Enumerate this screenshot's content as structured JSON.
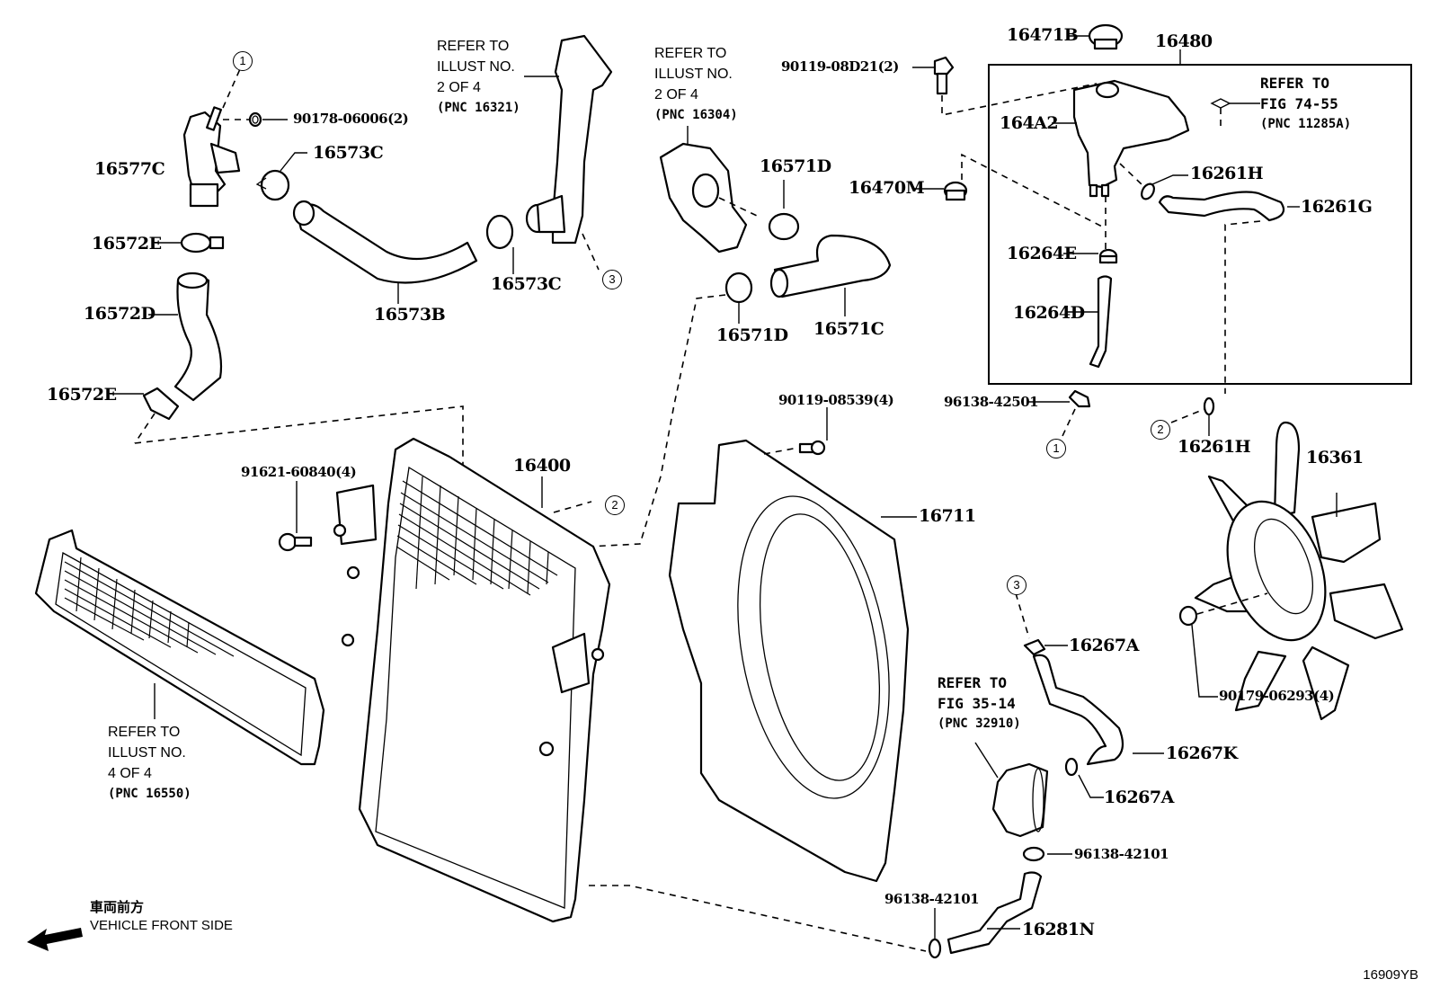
{
  "diagram": {
    "title_code": "16909YB",
    "direction_label_jp": "車両前方",
    "direction_label_en": "VEHICLE FRONT SIDE",
    "parts": [
      {
        "id": "16577C",
        "label": "16577C"
      },
      {
        "id": "90178-06006",
        "label": "90178-06006(2)"
      },
      {
        "id": "16573C-a",
        "label": "16573C"
      },
      {
        "id": "16572E-a",
        "label": "16572E"
      },
      {
        "id": "16572D",
        "label": "16572D"
      },
      {
        "id": "16572E-b",
        "label": "16572E"
      },
      {
        "id": "16573B",
        "label": "16573B"
      },
      {
        "id": "16573C-b",
        "label": "16573C"
      },
      {
        "id": "16571D-a",
        "label": "16571D"
      },
      {
        "id": "16571D-b",
        "label": "16571D"
      },
      {
        "id": "16571C",
        "label": "16571C"
      },
      {
        "id": "90119-08D21",
        "label": "90119-08D21(2)"
      },
      {
        "id": "16470M",
        "label": "16470M"
      },
      {
        "id": "16471B",
        "label": "16471B"
      },
      {
        "id": "16480",
        "label": "16480"
      },
      {
        "id": "164A2",
        "label": "164A2"
      },
      {
        "id": "16261H-a",
        "label": "16261H"
      },
      {
        "id": "16261G",
        "label": "16261G"
      },
      {
        "id": "16264E",
        "label": "16264E"
      },
      {
        "id": "16264D",
        "label": "16264D"
      },
      {
        "id": "96138-42501",
        "label": "96138-42501"
      },
      {
        "id": "16261H-b",
        "label": "16261H"
      },
      {
        "id": "16361",
        "label": "16361"
      },
      {
        "id": "90119-08539",
        "label": "90119-08539(4)"
      },
      {
        "id": "16711",
        "label": "16711"
      },
      {
        "id": "91621-60840",
        "label": "91621-60840(4)"
      },
      {
        "id": "16400",
        "label": "16400"
      },
      {
        "id": "16267A-a",
        "label": "16267A"
      },
      {
        "id": "16267K",
        "label": "16267K"
      },
      {
        "id": "16267A-b",
        "label": "16267A"
      },
      {
        "id": "96138-42101-a",
        "label": "96138-42101"
      },
      {
        "id": "96138-42101-b",
        "label": "96138-42101"
      },
      {
        "id": "16281N",
        "label": "16281N"
      },
      {
        "id": "90179-06293",
        "label": "90179-06293(4)"
      }
    ],
    "references": [
      {
        "lines": [
          "REFER TO",
          "ILLUST NO.",
          "2 OF 4"
        ],
        "pnc": "(PNC 16321)"
      },
      {
        "lines": [
          "REFER TO",
          "ILLUST NO.",
          "2 OF 4"
        ],
        "pnc": "(PNC 16304)"
      },
      {
        "lines": [
          "REFER TO",
          "FIG 74-55"
        ],
        "pnc": "(PNC 11285A)"
      },
      {
        "lines": [
          "REFER TO",
          "FIG 35-14"
        ],
        "pnc": "(PNC 32910)"
      },
      {
        "lines": [
          "REFER TO",
          "ILLUST NO.",
          "4 OF 4"
        ],
        "pnc": "(PNC 16550)"
      }
    ],
    "callouts": [
      "1",
      "1",
      "2",
      "2",
      "3",
      "3"
    ]
  }
}
